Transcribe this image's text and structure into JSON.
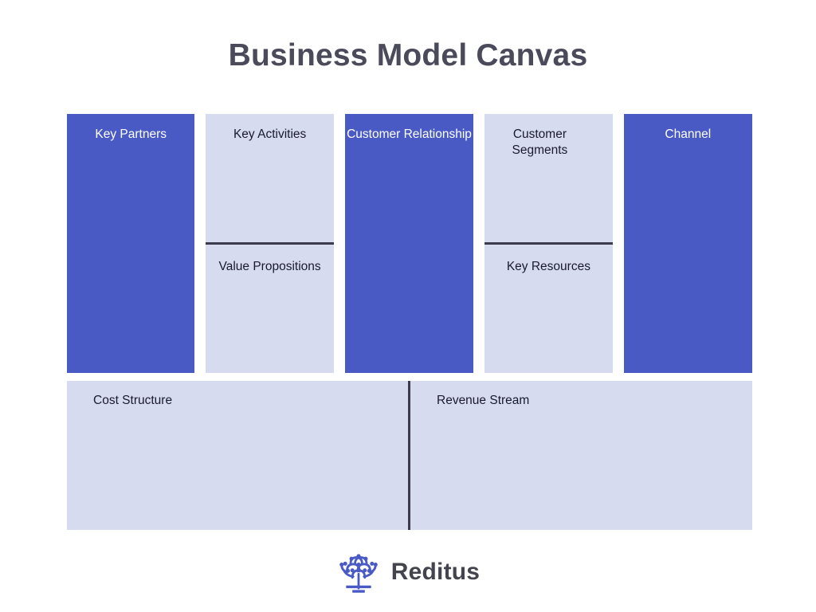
{
  "page": {
    "title": "Business Model Canvas",
    "background_color": "#ffffff"
  },
  "colors": {
    "accent_blue": "#4a5ac4",
    "panel_light": "#d7dbf0",
    "divider": "#3b3b4d",
    "title_text": "#4a4a5a",
    "dark_text": "#1a1a2e",
    "light_text": "#ffffff"
  },
  "canvas": {
    "columns": [
      {
        "id": "key-partners",
        "style": "blue",
        "split": false,
        "blocks": [
          {
            "label": "Key Partners"
          }
        ]
      },
      {
        "id": "key-activities",
        "style": "light",
        "split": true,
        "blocks": [
          {
            "label": "Key Activities"
          },
          {
            "label": "Value Propositions"
          }
        ]
      },
      {
        "id": "customer-relationship",
        "style": "blue",
        "split": false,
        "blocks": [
          {
            "label": "Customer Relationship"
          }
        ]
      },
      {
        "id": "customer-segments",
        "style": "light",
        "split": true,
        "blocks": [
          {
            "label": "Customer Segments"
          },
          {
            "label": "Key Resources"
          }
        ]
      },
      {
        "id": "channel",
        "style": "blue",
        "split": false,
        "blocks": [
          {
            "label": "Channel"
          }
        ]
      }
    ],
    "bottom": {
      "cost_label": "Cost Structure",
      "revenue_label": "Revenue Stream"
    }
  },
  "brand": {
    "logo_icon": "tree-logo-icon",
    "name": "Reditus"
  }
}
